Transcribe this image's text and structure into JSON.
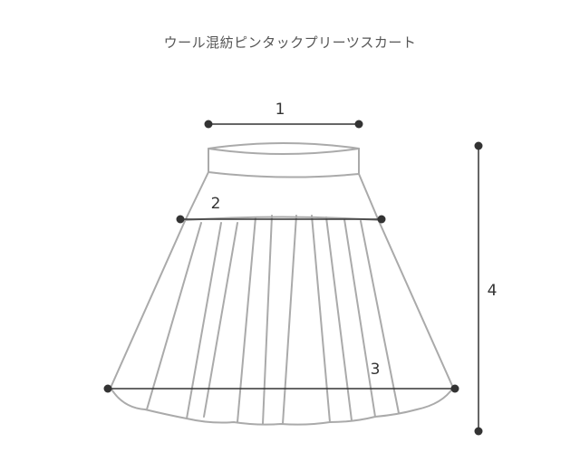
{
  "title": "ウール混紡ピンタックプリーツスカート",
  "measurements": [
    {
      "id": "waist",
      "label": "1"
    },
    {
      "id": "hip",
      "label": "2"
    },
    {
      "id": "hem",
      "label": "3"
    },
    {
      "id": "length",
      "label": "4"
    }
  ],
  "colors": {
    "outline": "#aaaaaa",
    "measure_line": "#333333",
    "text": "#555555"
  }
}
